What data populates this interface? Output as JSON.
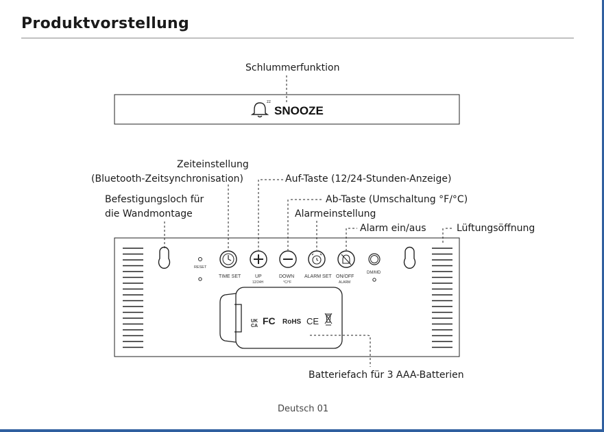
{
  "title": "Produktvorstellung",
  "footer": "Deutsch 01",
  "labels": {
    "snooze_function": "Schlummerfunktion",
    "time_setting": "Zeiteinstellung",
    "bt_sync": "(Bluetooth-Zeitsynchronisation)",
    "up_key": "Auf-Taste (12/24-Stunden-Anzeige)",
    "mount_hole_1": "Befestigungsloch für",
    "mount_hole_2": "die Wandmontage",
    "down_key": "Ab-Taste (Umschaltung °F/°C)",
    "alarm_setting": "Alarmeinstellung",
    "alarm_onoff": "Alarm ein/aus",
    "vent": "Lüftungsöffnung",
    "battery": "Batteriefach für 3 AAA-Batterien"
  },
  "device": {
    "snooze_text": "SNOOZE",
    "snooze_zz": "zz",
    "reset": "RESET",
    "time_set": "TIME SET",
    "up": "UP",
    "up_sub": "12/24H",
    "down": "DOWN",
    "down_sub": "°C/°F",
    "alarm_set": "ALARM SET",
    "onoff": "ON/OFF",
    "onoff_sub": "ALARM",
    "dm_md": "DM/MD",
    "cert_ukca_1": "UK",
    "cert_ukca_2": "CA",
    "cert_fc": "FC",
    "cert_rohs": "RoHS",
    "cert_ce": "CE"
  }
}
